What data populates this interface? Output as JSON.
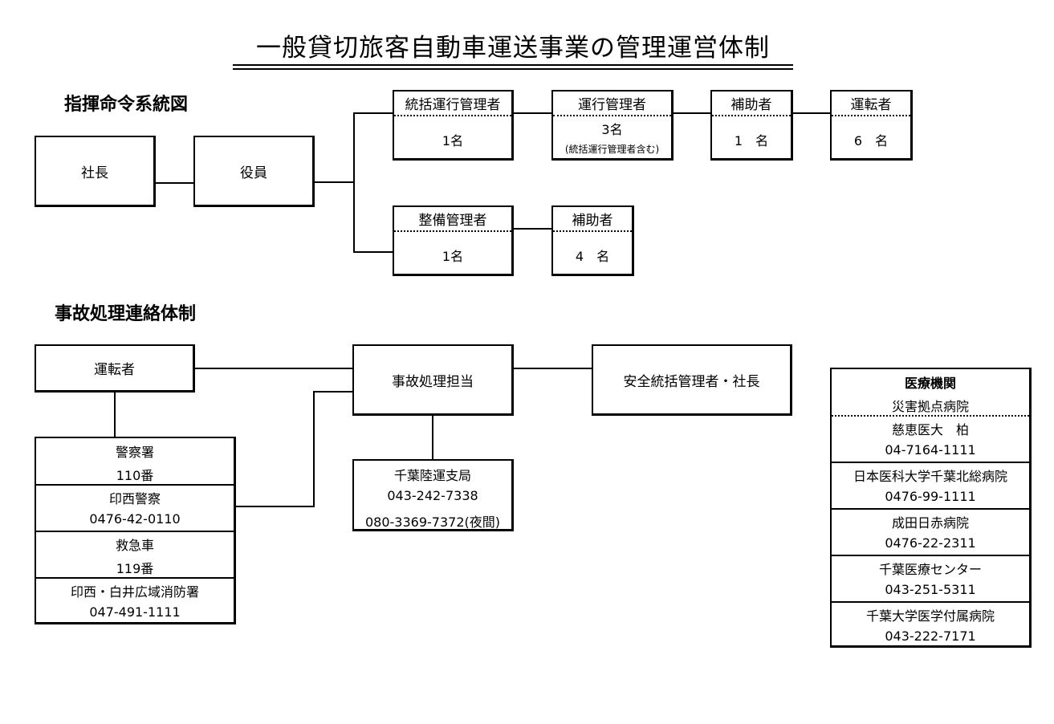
{
  "title": "一般貸切旅客自動車運送事業の管理運営体制",
  "command_section": {
    "heading": "指揮命令系統図",
    "president": "社長",
    "officer": "役員",
    "general_ops_manager": {
      "title": "統括運行管理者",
      "count": "1名"
    },
    "ops_manager": {
      "title": "運行管理者",
      "count": "3名",
      "note": "(統括運行管理者含む)"
    },
    "ops_assistant": {
      "title": "補助者",
      "count": "1　名"
    },
    "drivers": {
      "title": "運転者",
      "count": "6　名"
    },
    "maintenance_manager": {
      "title": "整備管理者",
      "count": "1名"
    },
    "maintenance_assistant": {
      "title": "補助者",
      "count": "4　名"
    }
  },
  "accident_section": {
    "heading": "事故処理連絡体制",
    "driver": "運転者",
    "handler": "事故処理担当",
    "safety": "安全統括管理者・社長",
    "emergency": [
      {
        "name": "警察署",
        "number": "110番"
      },
      {
        "name": "印西警察",
        "number": "0476-42-0110"
      },
      {
        "name": "救急車",
        "number": "119番"
      },
      {
        "name": "印西・白井広域消防署",
        "number": "047-491-1111"
      }
    ],
    "transport_bureau": {
      "name": "千葉陸運支局",
      "phone": "043-242-7338",
      "night": "080-3369-7372(夜間)"
    },
    "medical": {
      "title": "医療機関",
      "subtitle": "災害拠点病院",
      "hospitals": [
        {
          "name": "慈恵医大　柏",
          "phone": "04-7164-1111"
        },
        {
          "name": "日本医科大学千葉北総病院",
          "phone": "0476-99-1111"
        },
        {
          "name": "成田日赤病院",
          "phone": "0476-22-2311"
        },
        {
          "name": "千葉医療センター",
          "phone": "043-251-5311"
        },
        {
          "name": "千葉大学医学付属病院",
          "phone": "043-222-7171"
        }
      ]
    }
  }
}
